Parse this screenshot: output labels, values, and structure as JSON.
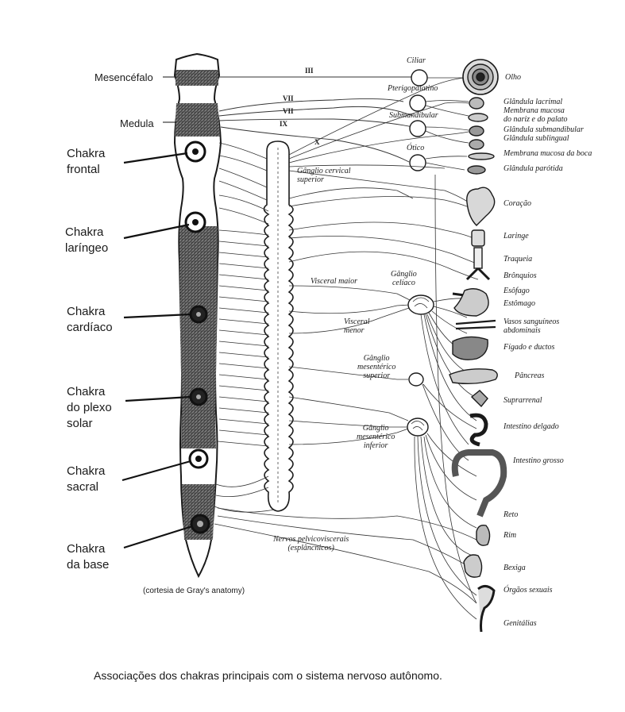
{
  "spine_labels": {
    "mesencefalo": "Mesencéfalo",
    "medula": "Medula"
  },
  "chakras": [
    {
      "line1": "Chakra",
      "line2": "frontal",
      "line3": ""
    },
    {
      "line1": "Chakra",
      "line2": "laríngeo",
      "line3": ""
    },
    {
      "line1": "Chakra",
      "line2": "cardíaco",
      "line3": ""
    },
    {
      "line1": "Chakra",
      "line2": "do plexo",
      "line3": "solar"
    },
    {
      "line1": "Chakra",
      "line2": "sacral",
      "line3": ""
    },
    {
      "line1": "Chakra",
      "line2": "da base",
      "line3": ""
    }
  ],
  "cranial_nerves": [
    "III",
    "VII",
    "VII",
    "IX",
    "X"
  ],
  "ganglia": {
    "ciliar": "Ciliar",
    "pterigopalatino": "Pterigopalatino",
    "submandibular": "Submandibular",
    "otico": "Ótico",
    "cervical_line1": "Gânglio cervical",
    "cervical_line2": "superior",
    "visceral_maior": "Visceral maior",
    "visceral_menor_line1": "Visceral",
    "visceral_menor_line2": "menor",
    "celiaco_line1": "Gânglio",
    "celiaco_line2": "celíaco",
    "mes_sup_line1": "Gânglio",
    "mes_sup_line2": "mesentérico",
    "mes_sup_line3": "superior",
    "mes_inf_line1": "Gânglio",
    "mes_inf_line2": "mesentérico",
    "mes_inf_line3": "inferior",
    "pelvic_line1": "Nervos pelvicoviscerais",
    "pelvic_line2": "(esplâncnicos)"
  },
  "organs": [
    "Olho",
    "Glândula lacrimal",
    "Membrana mucosa",
    "do nariz e do palato",
    "Glândula submandibular",
    "Glândula sublingual",
    "Membrana mucosa da boca",
    "Glândula parótida",
    "Coração",
    "Laringe",
    "Traqueia",
    "Brônquios",
    "Esôfago",
    "Estômago",
    "Vasos sanguíneos",
    "abdominais",
    "Fígado e ductos",
    "Pâncreas",
    "Suprarrenal",
    "Intestino delgado",
    "Intestino grosso",
    "Reto",
    "Rim",
    "Bexiga",
    "Órgãos sexuais",
    "Genitálias"
  ],
  "credit": "(cortesia de Gray's anatomy)",
  "caption": "Associações dos chakras principais com o sistema nervoso autônomo.",
  "colors": {
    "ink": "#1a1a1a",
    "paper": "#ffffff",
    "shade": "#6b6b6b"
  }
}
